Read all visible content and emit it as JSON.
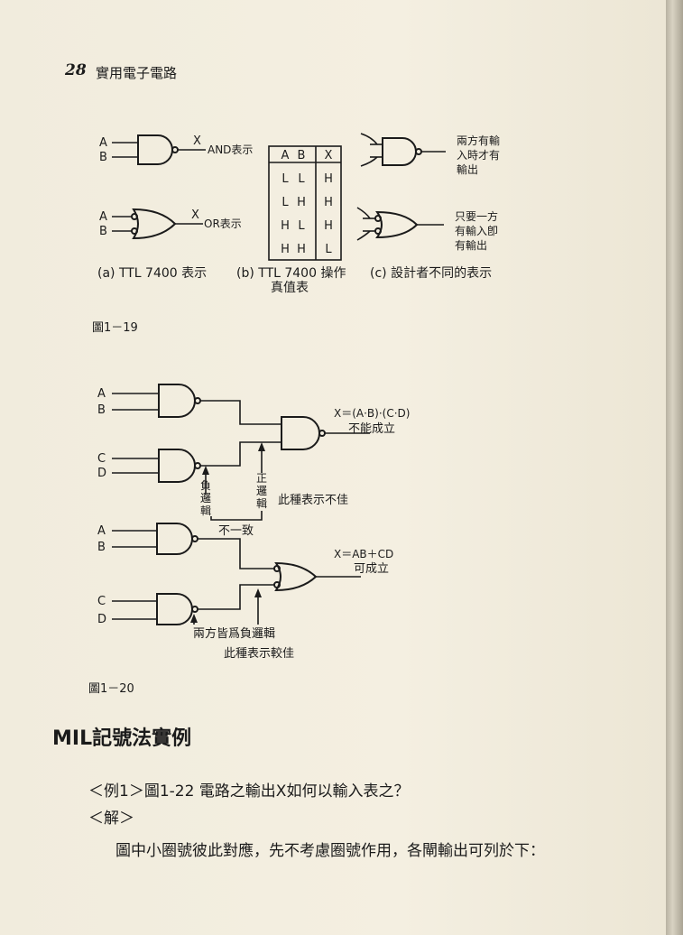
{
  "header": {
    "page_number": "28",
    "book_title": "實用電子電路"
  },
  "fig19": {
    "a_label": "(a) TTL 7400 表示",
    "b_label_line1": "(b) TTL 7400 操作",
    "b_label_line2": "真值表",
    "c_label": "(c) 設計者不同的表示",
    "and_note": "AND表示",
    "or_note": "OR表示",
    "input_a": "A",
    "input_b": "B",
    "output_x": "X",
    "note_both": [
      "兩方有輸",
      "入時才有",
      "輸出"
    ],
    "note_either": [
      "只要一方",
      "有輸入卽",
      "有輸出"
    ],
    "truth_table": {
      "headers": [
        "A",
        "B",
        "X"
      ],
      "rows": [
        [
          "L",
          "L",
          "H"
        ],
        [
          "L",
          "H",
          "H"
        ],
        [
          "H",
          "L",
          "H"
        ],
        [
          "H",
          "H",
          "L"
        ]
      ]
    },
    "caption": "圖1－19"
  },
  "fig20": {
    "inputs": [
      "A",
      "B",
      "C",
      "D"
    ],
    "top_expr": "X＝(A·B)·(C·D)",
    "top_note": "不能成立",
    "neg_logic": [
      "負",
      "邏",
      "輯"
    ],
    "pos_logic": [
      "正",
      "邏",
      "輯"
    ],
    "mismatch": "不一致",
    "bad_note": "此種表示不佳",
    "bottom_expr": "X＝AB＋CD",
    "bottom_note": "可成立",
    "both_neg": "兩方皆爲負邏輯",
    "good_note": "此種表示較佳",
    "caption": "圖1－20"
  },
  "section_title": "MIL記號法實例",
  "example": "＜例1＞圖1-22 電路之輸出X如何以輸入表之？",
  "solution": "＜解＞",
  "body_text": "圖中小圈號彼此對應，先不考慮圈號作用，各閘輸出可列於下："
}
